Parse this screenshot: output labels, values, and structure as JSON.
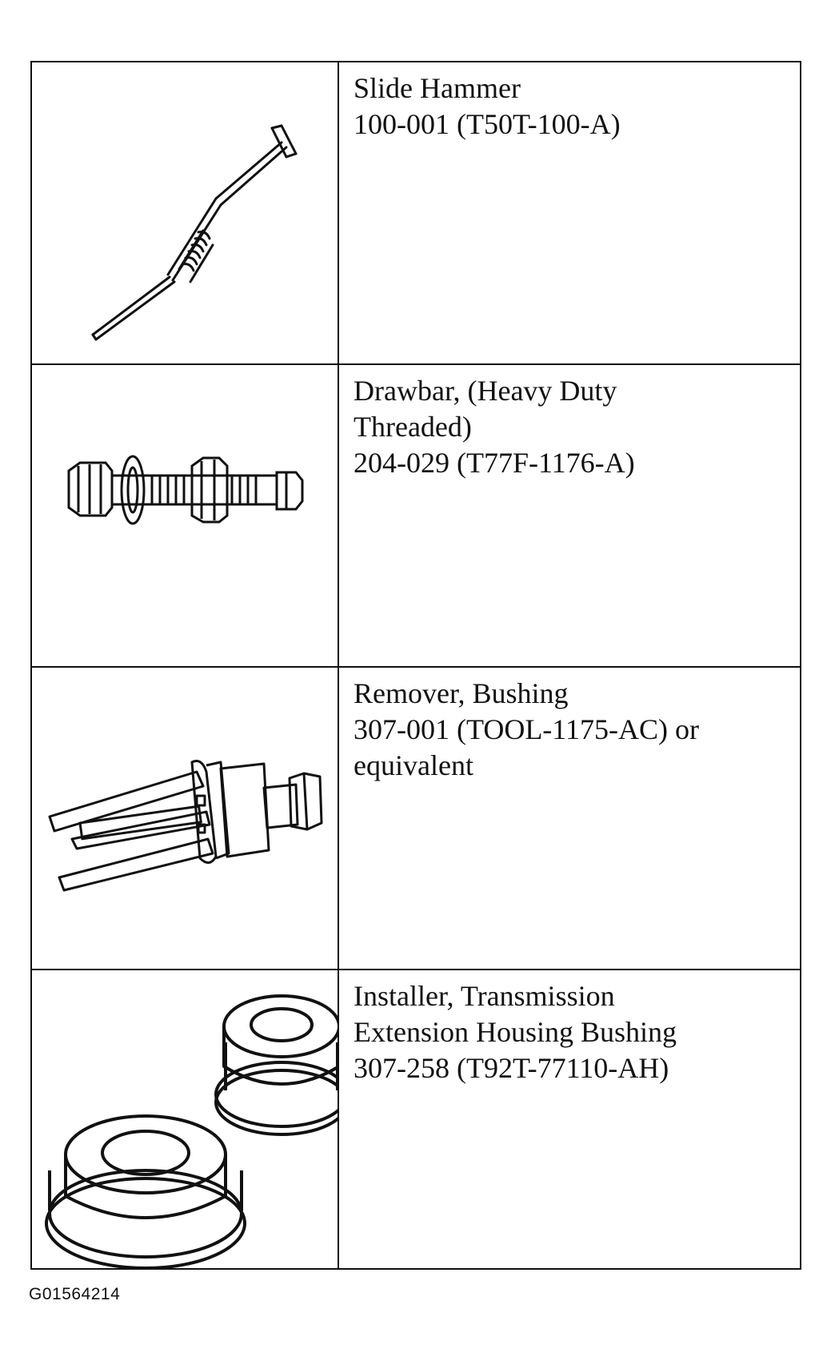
{
  "tools": [
    {
      "icon": "slide-hammer-illustration",
      "lines": [
        "Slide Hammer",
        "100-001 (T50T-100-A)"
      ]
    },
    {
      "icon": "drawbar-illustration",
      "lines": [
        "Drawbar, (Heavy Duty",
        "Threaded)",
        "204-029 (T77F-1176-A)"
      ]
    },
    {
      "icon": "bushing-remover-illustration",
      "lines": [
        "Remover, Bushing",
        "307-001 (TOOL-1175-AC) or",
        "equivalent"
      ]
    },
    {
      "icon": "bushing-installer-illustration",
      "lines": [
        "Installer, Transmission",
        "Extension Housing Bushing",
        "307-258 (T92T-77110-AH)"
      ]
    }
  ],
  "figure_id": "G01564214"
}
